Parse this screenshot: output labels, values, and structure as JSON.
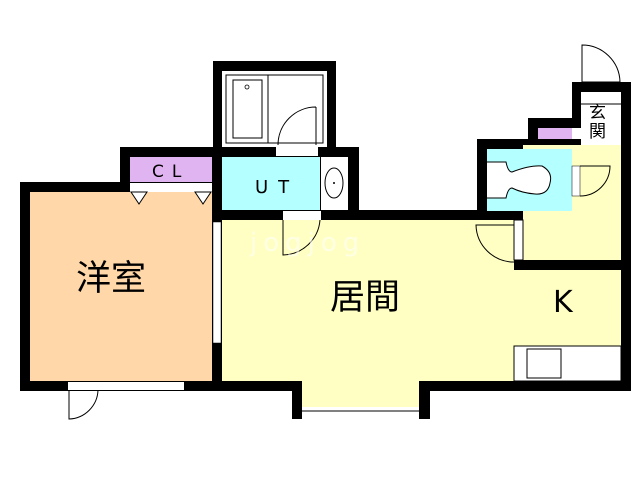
{
  "rooms": {
    "western_room": "洋室",
    "closet": "CL",
    "utility": "UT",
    "living": "居間",
    "kitchen": "K",
    "entrance_line1": "玄",
    "entrance_line2": "関"
  },
  "watermark": "jogjog",
  "colors": {
    "wall": "#000000",
    "western_room": "#FFD7A8",
    "closet": "#E0B4F0",
    "wet_area": "#B4FFFF",
    "living": "#FFFFC4"
  }
}
